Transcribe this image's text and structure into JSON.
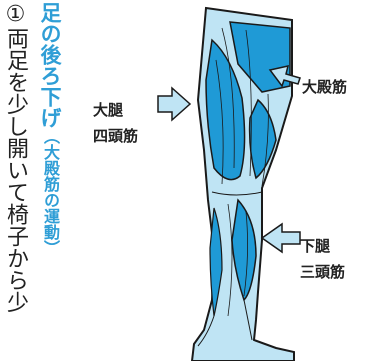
{
  "instruction": "①両足を少し開いて椅子から少",
  "title": {
    "main": "足の後ろ下げ",
    "sub": "（大殿筋の運動）"
  },
  "labels": {
    "quadriceps": [
      "大腿",
      "四頭筋"
    ],
    "gluteus": "大殿筋",
    "triceps_surae": [
      "下腿",
      "三頭筋"
    ]
  },
  "colors": {
    "title": "#2f9ed6",
    "leg_light": "#bfe4f4",
    "muscle": "#1f9ad6",
    "outline": "#1a1a1a"
  }
}
